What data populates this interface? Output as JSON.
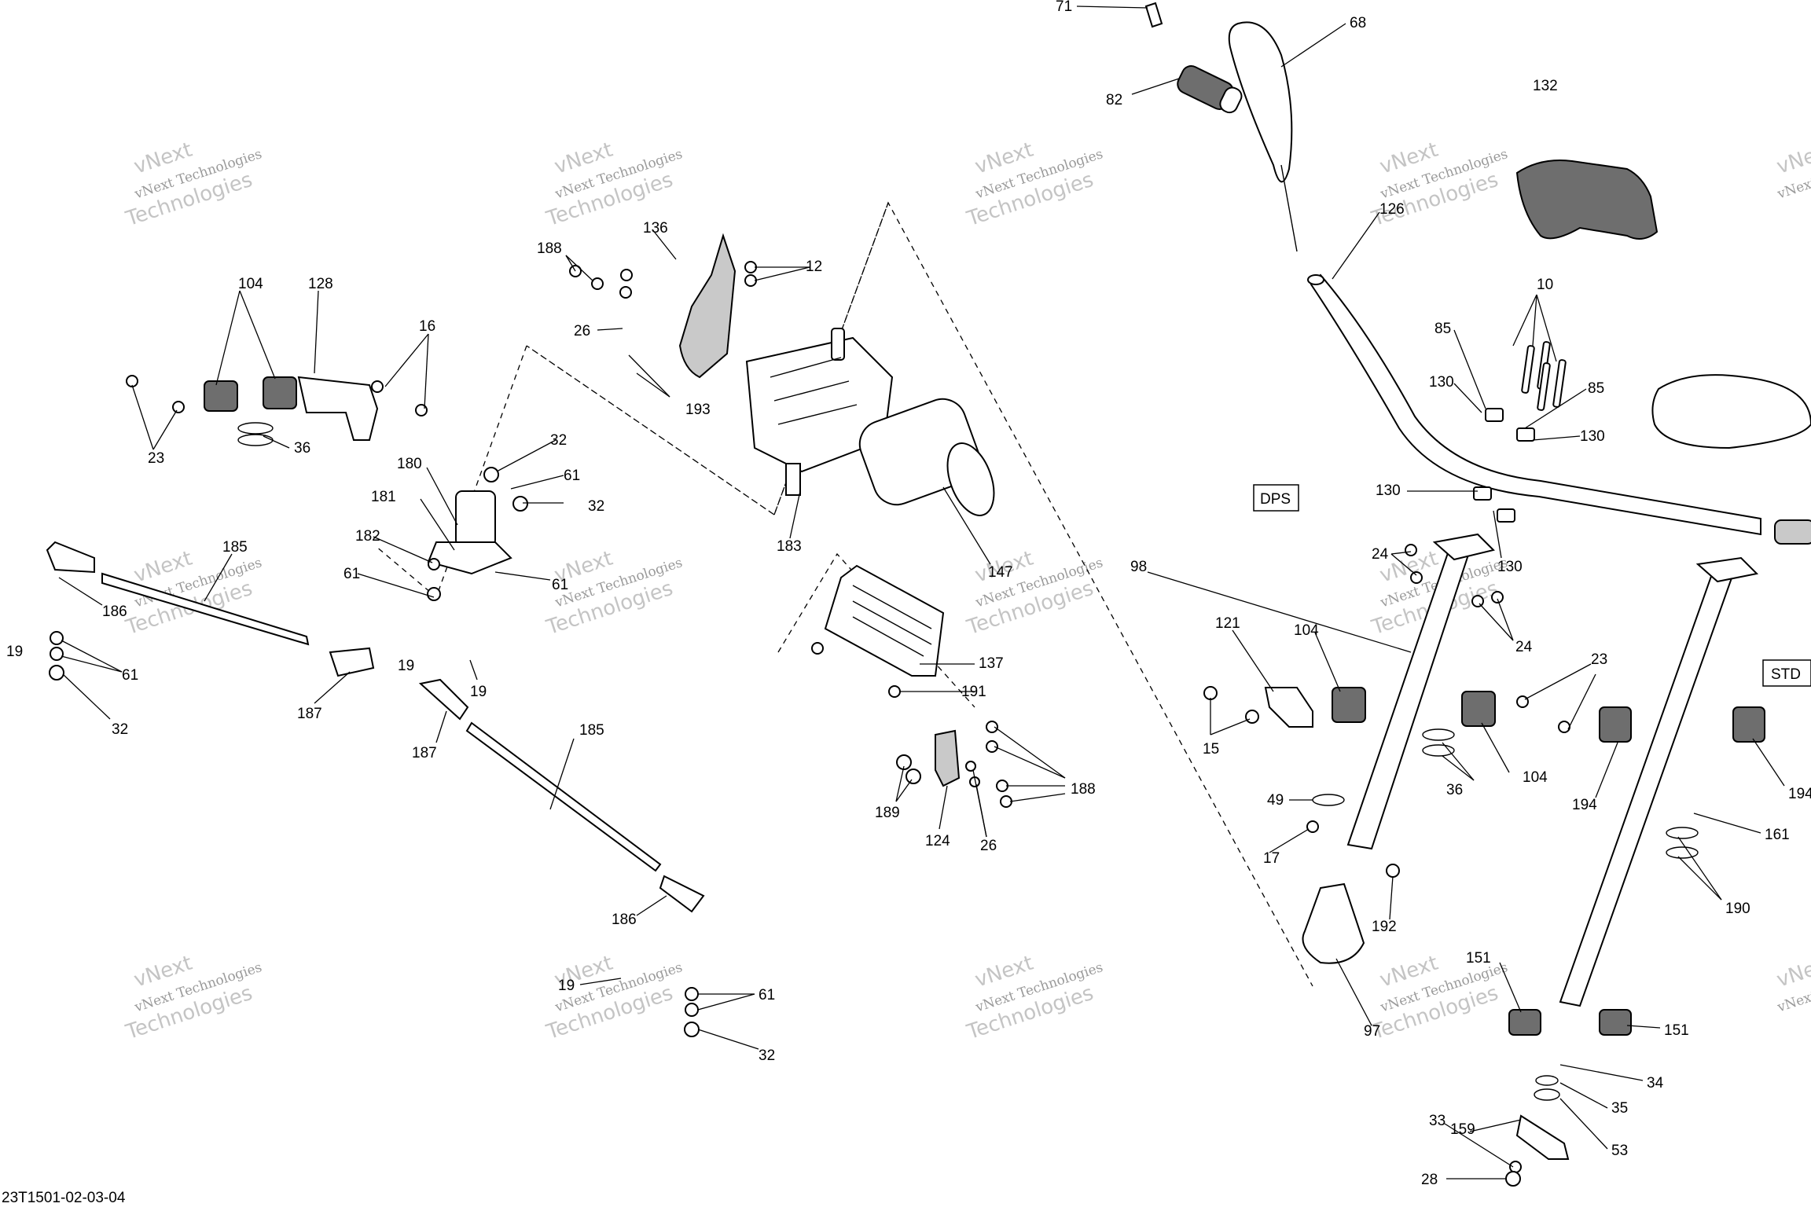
{
  "diagram": {
    "drawing_code": "23T1501-02-03-04",
    "watermark": {
      "line1": "vNext",
      "line2": "vNext Technologies",
      "line3": "Technologies"
    },
    "variant_labels": [
      "DPS",
      "STD"
    ],
    "callouts": [
      "71",
      "68",
      "82",
      "132",
      "126",
      "136",
      "188",
      "12",
      "26",
      "193",
      "104",
      "128",
      "16",
      "23",
      "36",
      "10",
      "85",
      "130",
      "85",
      "130",
      "130",
      "130",
      "32",
      "180",
      "61",
      "32",
      "181",
      "182",
      "61",
      "61",
      "185",
      "19",
      "186",
      "19",
      "61",
      "32",
      "187",
      "19",
      "187",
      "183",
      "147",
      "137",
      "191",
      "188",
      "189",
      "124",
      "26",
      "185",
      "186",
      "19",
      "61",
      "32",
      "24",
      "24",
      "98",
      "121",
      "104",
      "15",
      "23",
      "104",
      "36",
      "194",
      "49",
      "17",
      "192",
      "97",
      "161",
      "190",
      "151",
      "151",
      "34",
      "159",
      "35",
      "33",
      "53",
      "28",
      "194"
    ]
  },
  "colors": {
    "line": "#000000",
    "watermark": "#9a9a9a",
    "background": "#ffffff"
  }
}
